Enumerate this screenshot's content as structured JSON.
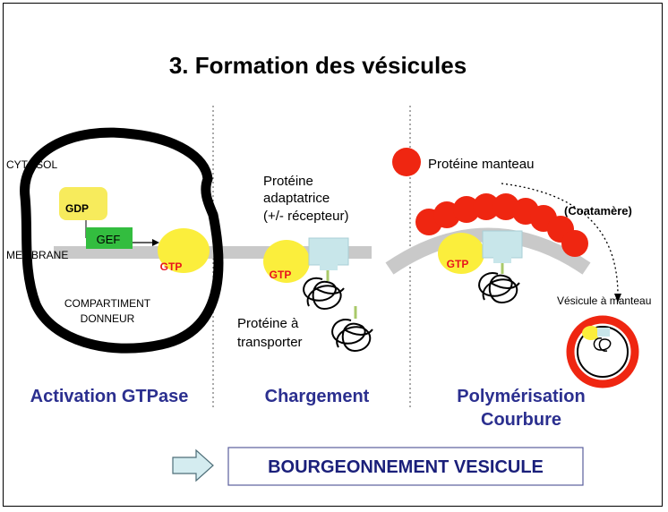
{
  "title": "3. Formation des vésicules",
  "labels": {
    "cytosol": "CYTOSOL",
    "membrane": "MEMBRANE",
    "compartment_line1": "COMPARTIMENT",
    "compartment_line2": "DONNEUR",
    "gdp": "GDP",
    "gef": "GEF",
    "gtp": "GTP",
    "adaptor_line1": "Protéine",
    "adaptor_line2": "adaptatrice",
    "adaptor_line3": "(+/- récepteur)",
    "cargo_line1": "Protéine à",
    "cargo_line2": "transporter",
    "coat_protein": "Protéine manteau",
    "coatomer": "(Coatamère)",
    "coated_vesicle": "Vésicule à manteau"
  },
  "steps": {
    "activation": "Activation GTPase",
    "loading": "Chargement",
    "polymerisation_line1": "Polymérisation",
    "polymerisation_line2": "Courbure"
  },
  "banner": "BOURGEONNEMENT VESICULE",
  "colors": {
    "title": "#000000",
    "step_text": "#2b2f8f",
    "banner_text": "#1a1f7a",
    "gtp_text": "#e8141c",
    "gtpase": "#fbee3c",
    "gdp_box": "#f7eb5c",
    "gef_box": "#33bd3f",
    "coat": "#ef2611",
    "receptor": "#c8e6ea",
    "membrane": "#c9c9c9",
    "arrow_fill": "#d4ecf0"
  }
}
